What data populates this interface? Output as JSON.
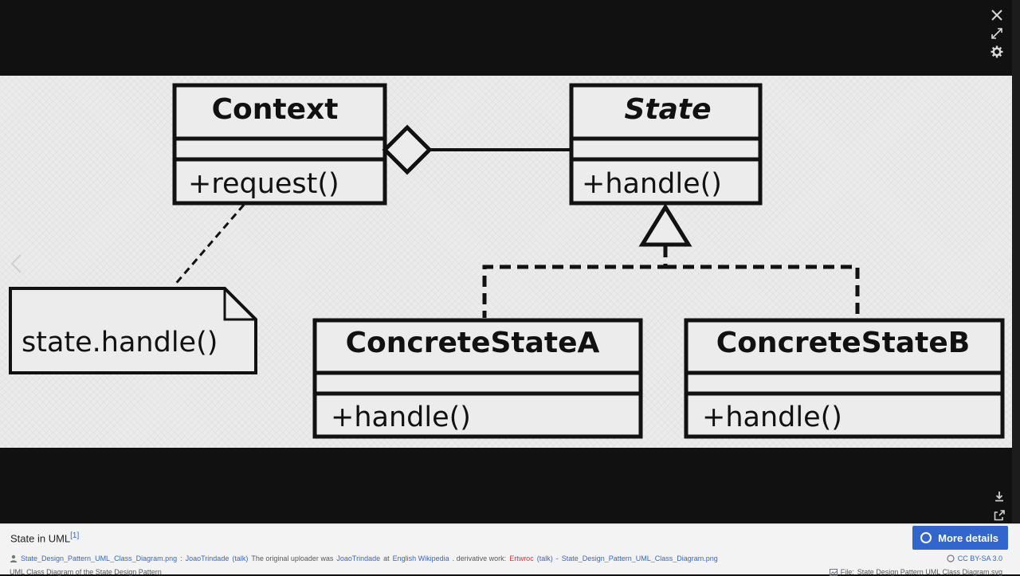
{
  "viewer": {
    "controls": {
      "close_icon": "close-icon",
      "fullscreen_icon": "fullscreen-icon",
      "settings_icon": "gear-icon"
    },
    "side": {
      "download_icon": "download-icon",
      "share_icon": "share-icon",
      "prev_icon": "chevron-left-icon"
    }
  },
  "diagram": {
    "context": {
      "name": "Context",
      "operation": "+request()"
    },
    "state": {
      "name": "State",
      "operation": "+handle()"
    },
    "concrete_a": {
      "name": "ConcreteStateA",
      "operation": "+handle()"
    },
    "concrete_b": {
      "name": "ConcreteStateB",
      "operation": "+handle()"
    },
    "note": {
      "text": "state.handle()"
    }
  },
  "footer": {
    "caption": "State in UML",
    "caption_ref": "[1]",
    "more_details_label": "More details",
    "credit": {
      "file_link": "State_Design_Pattern_UML_Class_Diagram.png",
      "sep1": ":",
      "author": "JoaoTrindade",
      "talk1": "(talk)",
      "text1": "The original uploader was",
      "uploader": "JoaoTrindade",
      "text2": "at",
      "wiki": "English Wikipedia",
      "text3": ". derivative work:",
      "deriv_author": "Ertwroc",
      "talk2": "(talk)",
      "dash": "-",
      "file_link2": "State_Design_Pattern_UML_Class_Diagram.png"
    },
    "license": "CC BY-SA 3.0",
    "description": "UML Class Diagram of the State Design Pattern",
    "file_label": "File:",
    "file_name": "State Design Pattern UML Class Diagram.svg"
  }
}
